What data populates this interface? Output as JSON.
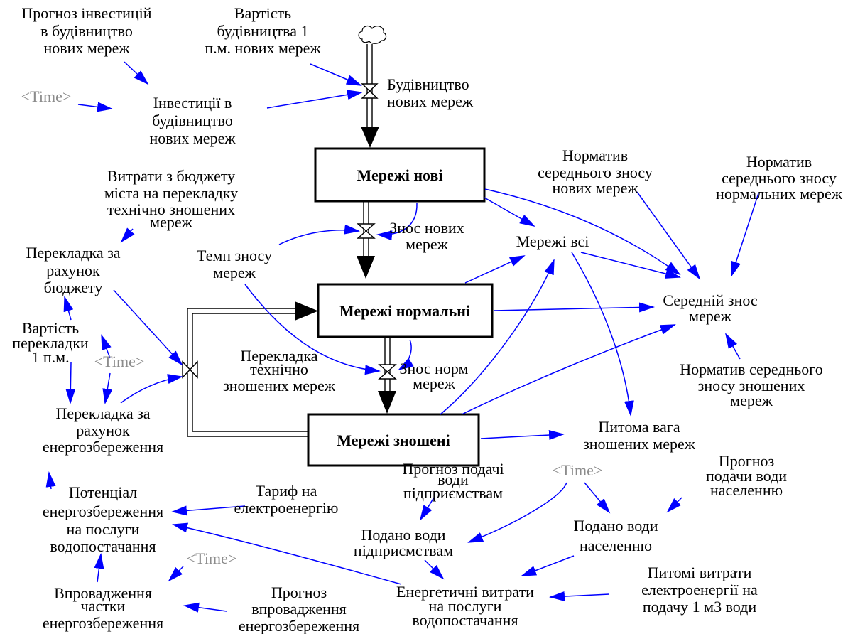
{
  "colors": {
    "link": "#0000ff",
    "stock_border": "#000000",
    "shadow_var": "#8c8c8c"
  },
  "stocks": {
    "new": "Мережі нові",
    "normal": "Мережі нормальні",
    "worn": "Мережі зношені"
  },
  "flows": {
    "build": [
      "Будівництво",
      "нових мереж"
    ],
    "wear_new": [
      "Знос нових",
      "мереж"
    ],
    "wear_norm": [
      "Знос норм",
      "мереж"
    ],
    "relay": [
      "Перекладка",
      "технічно",
      "зношених мереж"
    ]
  },
  "time_label": "<Time>",
  "vars": {
    "forecast_invest": [
      "Прогноз інвестицій",
      "в будівництво",
      "нових мереж"
    ],
    "cost_build": [
      "Вартість",
      "будівництва 1",
      "п.м. нових мереж"
    ],
    "invest": [
      "Інвестиції в",
      "будівництво",
      "нових мереж"
    ],
    "budget_spend": [
      "Витрати з бюджету",
      "міста на перекладку",
      "технічно зношених",
      "мереж"
    ],
    "relay_budget": [
      "Перекладка за",
      "рахунок",
      "бюджету"
    ],
    "wear_rate": [
      "Темп зносу",
      "мереж"
    ],
    "cost_relay": [
      "Вартість",
      "перекладки",
      "1 п.м."
    ],
    "relay_energy": [
      "Перекладка за",
      "рахунок",
      "енергозбереження"
    ],
    "potential": [
      "Потенціал",
      "енергозбереження",
      "на послуги",
      "водопостачання"
    ],
    "tariff": [
      "Тариф на",
      "електроенергію"
    ],
    "implement_share": [
      "Впровадження",
      "частки",
      "енергозбереження"
    ],
    "forecast_implement": [
      "Прогноз",
      "впровадження",
      "енергозбереження"
    ],
    "forecast_ent": [
      "Прогноз подачі",
      "води",
      "підприємствам"
    ],
    "supplied_ent": [
      "Подано води",
      "підприємствам"
    ],
    "forecast_pop": [
      "Прогноз",
      "подачи води",
      "населенню"
    ],
    "supplied_pop": [
      "Подано води",
      "населенню"
    ],
    "energy_cost": [
      "Енергетичні витрати",
      "на послуги",
      "водопостачання"
    ],
    "specific_el": [
      "Питомі витрати",
      "електроенергії на",
      "подачу 1 м3 води"
    ],
    "all_nets": [
      "Мережі всі"
    ],
    "norm_wear_new": [
      "Норматив",
      "середнього зносу",
      "нових мереж"
    ],
    "norm_wear_normal": [
      "Норматив",
      "середнього зносу",
      "нормальних мереж"
    ],
    "avg_wear": [
      "Середній знос",
      "мереж"
    ],
    "norm_wear_worn": [
      "Норматив середнього",
      "зносу зношених",
      "мереж"
    ],
    "share_worn": [
      "Питома вага",
      "зношених мереж"
    ]
  }
}
